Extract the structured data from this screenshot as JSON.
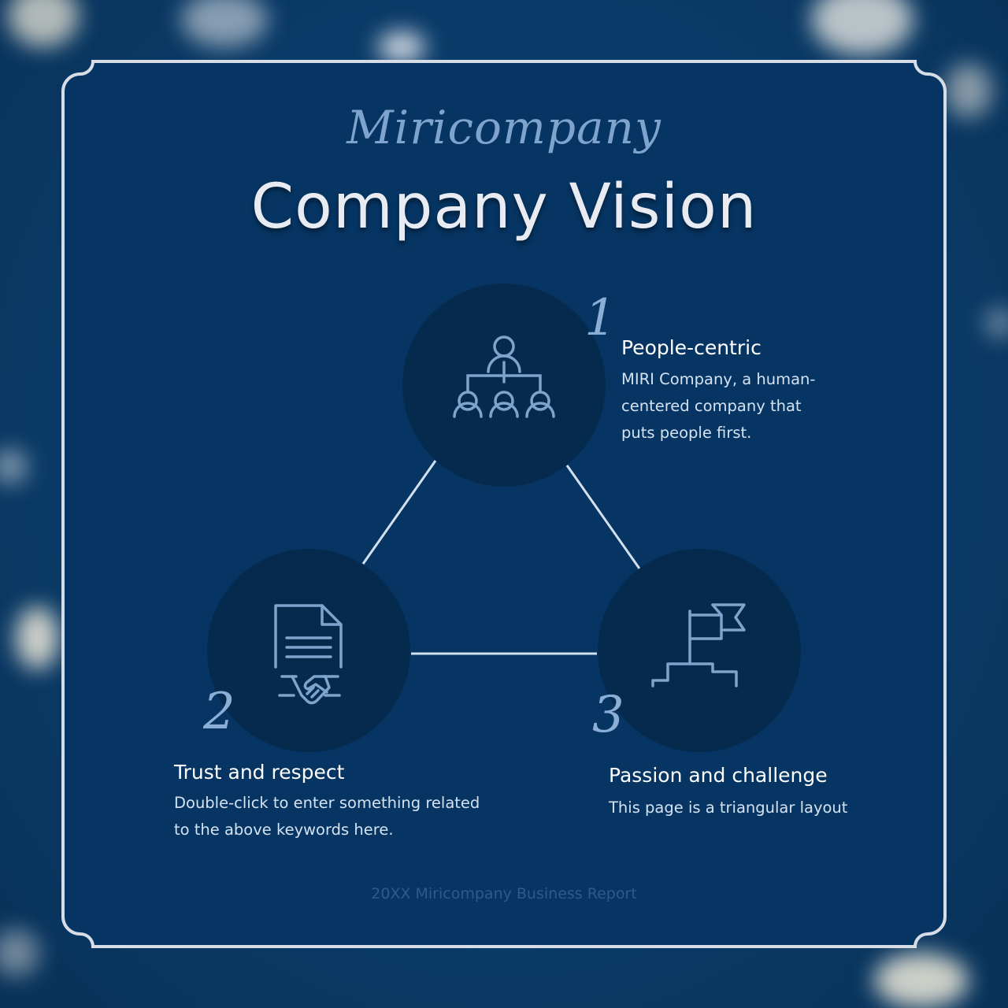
{
  "header": {
    "brand_script": "Miricompany",
    "title": "Company Vision"
  },
  "items": [
    {
      "number": "1",
      "title": "People-centric",
      "description_lines": [
        "MIRI Company, a human-",
        "centered company that",
        "puts people first."
      ],
      "icon": "org-chart-icon"
    },
    {
      "number": "2",
      "title": "Trust and respect",
      "description_lines": [
        "Double-click to enter something related",
        "to the above keywords here."
      ],
      "icon": "contract-handshake-icon"
    },
    {
      "number": "3",
      "title": "Passion and challenge",
      "description_lines": [
        "This page is a triangular layout"
      ],
      "icon": "flag-summit-icon"
    }
  ],
  "footer": {
    "text": "20XX Miricompany Business Report"
  },
  "colors": {
    "background": "#0a3d6c",
    "panel": "#063563",
    "circle": "#052a4e",
    "frame_border": "#d7dde6",
    "icon_stroke": "#7ea3cc",
    "connector": "#d2e0f0"
  }
}
